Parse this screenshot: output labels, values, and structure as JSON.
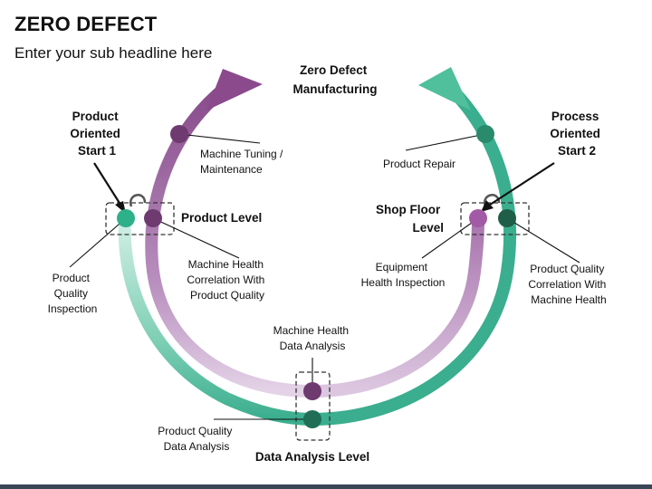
{
  "header": {
    "title": "ZERO DEFECT",
    "subtitle": "Enter your sub headline here"
  },
  "diagram": {
    "top_title": [
      "Zero Defect",
      "Manufacturing"
    ],
    "start_left": [
      "Product",
      "Oriented",
      "Start 1"
    ],
    "start_right": [
      "Process",
      "Oriented",
      "Start 2"
    ],
    "level_product": "Product Level",
    "level_shop_floor": [
      "Shop Floor",
      "Level"
    ],
    "level_data_analysis": "Data Analysis Level",
    "labels": {
      "machine_tuning": [
        "Machine Tuning /",
        "Maintenance"
      ],
      "product_repair": "Product Repair",
      "machine_health_corr": [
        "Machine Health",
        "Correlation With",
        "Product Quality"
      ],
      "product_quality_insp": [
        "Product",
        "Quality",
        "Inspection"
      ],
      "equipment_health": [
        "Equipment",
        "Health Inspection"
      ],
      "product_quality_corr": [
        "Product Quality",
        "Correlation With",
        "Machine Health"
      ],
      "machine_health_data": [
        "Machine Health",
        "Data Analysis"
      ],
      "product_quality_data": [
        "Product Quality",
        "Data Analysis"
      ]
    },
    "colors": {
      "purple": "#8a4a8c",
      "purple_light": "#d9c3dd",
      "green": "#3aae8e",
      "green_light": "#c6e9de",
      "node_purple": "#6e3a6f",
      "node_green": "#1f6e55",
      "node_green_bright": "#2eb08a",
      "node_purple_bright": "#a25aa6"
    }
  }
}
